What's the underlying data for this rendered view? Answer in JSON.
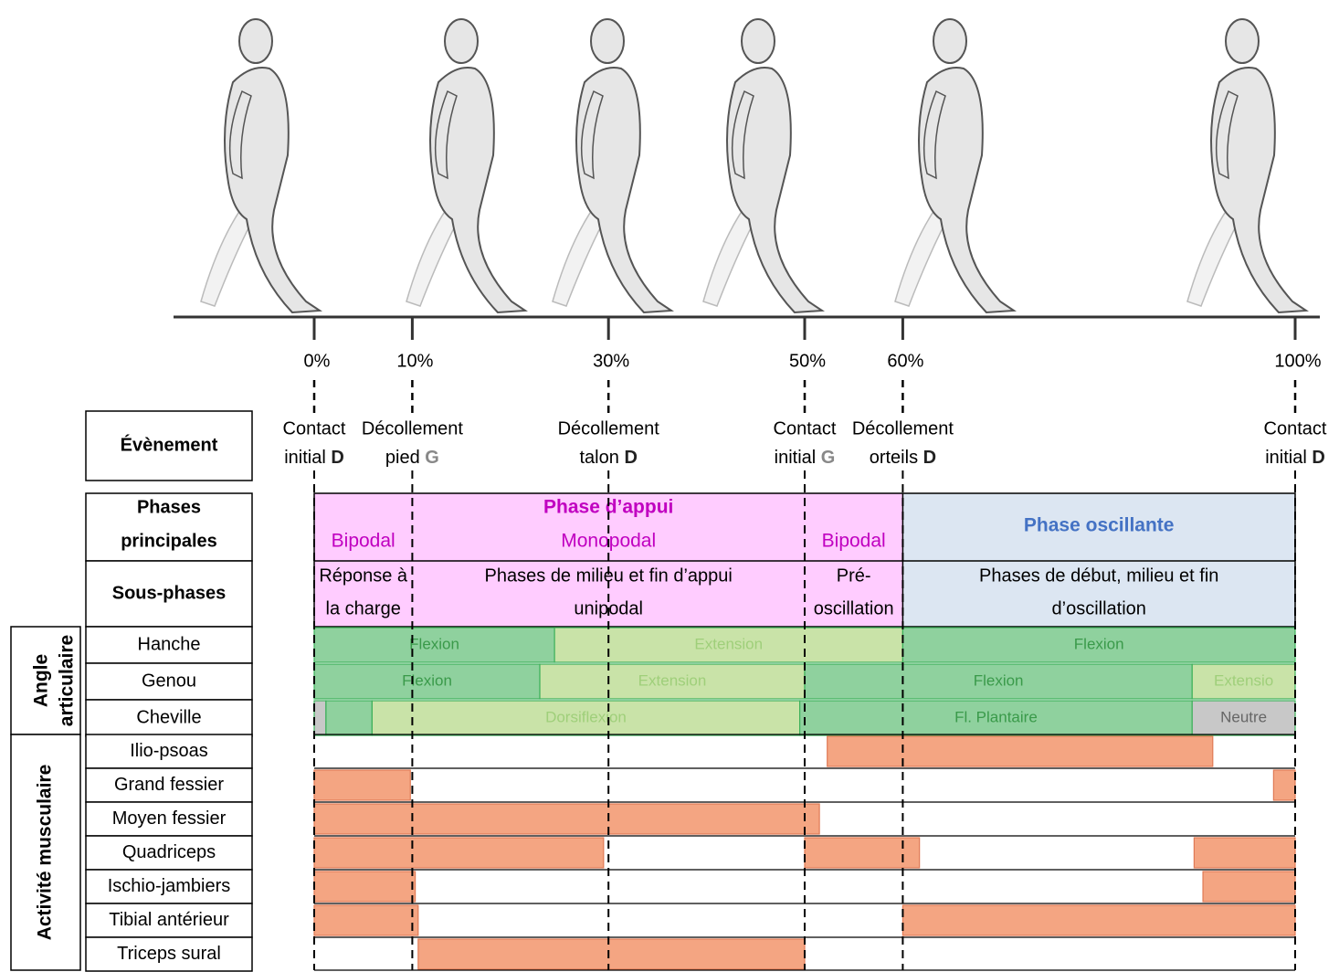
{
  "colors": {
    "appui_bg": "#ffccff",
    "appui_text": "#c000c0",
    "oscillante_bg": "#dce6f2",
    "oscillante_text": "#4472c4",
    "green_dark": "#8fd19e",
    "green_light": "#c9e3a8",
    "green_text_dark": "#3a9a4a",
    "green_text_light": "#9fcf7a",
    "neutral_bg": "#c8c8c8",
    "muscle": "#f4a582",
    "muscle_border": "#e07a55",
    "silhouette": "#e6e6e6",
    "silhouette_stroke": "#555555"
  },
  "timeline": {
    "ticks": [
      {
        "pct": 0,
        "label": "0%"
      },
      {
        "pct": 10,
        "label": "10%"
      },
      {
        "pct": 30,
        "label": "30%"
      },
      {
        "pct": 50,
        "label": "50%"
      },
      {
        "pct": 60,
        "label": "60%"
      },
      {
        "pct": 100,
        "label": "100%"
      }
    ]
  },
  "events": [
    {
      "pct": 0,
      "line1": "Contact",
      "line2": "initial",
      "side": "D",
      "side_color": "#222222"
    },
    {
      "pct": 10,
      "line1": "Décollement",
      "line2": "pied",
      "side": "G",
      "side_color": "#888888"
    },
    {
      "pct": 30,
      "line1": "Décollement",
      "line2": "talon",
      "side": "D",
      "side_color": "#222222"
    },
    {
      "pct": 50,
      "line1": "Contact",
      "line2": "initial",
      "side": "G",
      "side_color": "#888888"
    },
    {
      "pct": 60,
      "line1": "Décollement",
      "line2": "orteils",
      "side": "D",
      "side_color": "#222222"
    },
    {
      "pct": 100,
      "line1": "Contact",
      "line2": "initial",
      "side": "D",
      "side_color": "#222222"
    }
  ],
  "labels": {
    "evenement": "Évènement",
    "phases_1": "Phases",
    "phases_2": "principales",
    "sous_phases": "Sous-phases",
    "angle_1": "Angle",
    "angle_2": "articulaire",
    "activite": "Activité musculaire"
  },
  "phases": {
    "appui": "Phase d’appui",
    "oscillante": "Phase oscillante",
    "bipodal_1": "Bipodal",
    "monopodal": "Monopodal",
    "bipodal_2": "Bipodal"
  },
  "sous_phases": [
    {
      "from": 0,
      "to": 10,
      "line1": "Réponse à",
      "line2": "la charge"
    },
    {
      "from": 10,
      "to": 50,
      "line1": "Phases de milieu et fin d’appui",
      "line2": "unipodal"
    },
    {
      "from": 50,
      "to": 60,
      "line1": "Pré-",
      "line2": "oscillation"
    },
    {
      "from": 60,
      "to": 100,
      "line1": "Phases de début, milieu et fin",
      "line2": "d’oscillation"
    }
  ],
  "joints": [
    {
      "name": "Hanche",
      "segments": [
        {
          "from": 0,
          "to": 24.5,
          "label": "Flexion",
          "style": "dark"
        },
        {
          "from": 24.5,
          "to": 60,
          "label": "Extension",
          "style": "light"
        },
        {
          "from": 60,
          "to": 100,
          "label": "Flexion",
          "style": "dark"
        }
      ]
    },
    {
      "name": "Genou",
      "segments": [
        {
          "from": 0,
          "to": 23,
          "label": "Flexion",
          "style": "dark"
        },
        {
          "from": 23,
          "to": 50,
          "label": "Extension",
          "style": "light"
        },
        {
          "from": 50,
          "to": 89.5,
          "label": "Flexion",
          "style": "dark"
        },
        {
          "from": 89.5,
          "to": 100,
          "label": "Extensio",
          "style": "light"
        }
      ]
    },
    {
      "name": "Cheville",
      "segments": [
        {
          "from": 0,
          "to": 1.2,
          "label": "",
          "style": "neutral"
        },
        {
          "from": 1.2,
          "to": 5.9,
          "label": "",
          "style": "dark"
        },
        {
          "from": 5.9,
          "to": 49.5,
          "label": "Dorsiflexion",
          "style": "light"
        },
        {
          "from": 49.5,
          "to": 89.5,
          "label": "Fl. Plantaire",
          "style": "dark"
        },
        {
          "from": 89.5,
          "to": 100,
          "label": "Neutre",
          "style": "neutral"
        }
      ]
    }
  ],
  "muscles": [
    {
      "name": "Ilio-psoas",
      "bars": [
        [
          52.3,
          91.6
        ]
      ]
    },
    {
      "name": "Grand fessier",
      "bars": [
        [
          0,
          9.8
        ],
        [
          97.8,
          100
        ]
      ]
    },
    {
      "name": "Moyen fessier",
      "bars": [
        [
          0,
          51.5
        ]
      ]
    },
    {
      "name": "Quadriceps",
      "bars": [
        [
          0,
          29.5
        ],
        [
          50,
          61.7
        ],
        [
          89.7,
          100
        ]
      ]
    },
    {
      "name": "Ischio-jambiers",
      "bars": [
        [
          0,
          10.3
        ],
        [
          90.6,
          100
        ]
      ]
    },
    {
      "name": "Tibial antérieur",
      "bars": [
        [
          0,
          10.6
        ],
        [
          60,
          100
        ]
      ]
    },
    {
      "name": "Triceps sural",
      "bars": [
        [
          10.6,
          50
        ]
      ]
    }
  ]
}
